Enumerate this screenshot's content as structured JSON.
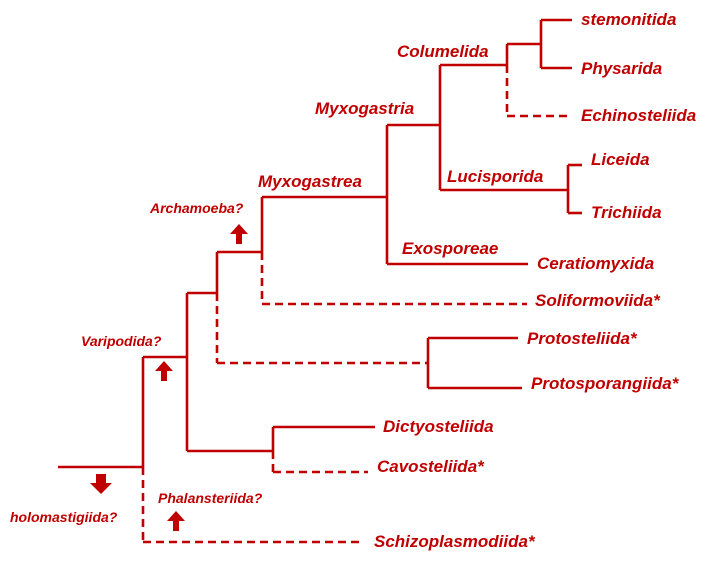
{
  "colors": {
    "line": "#c00000",
    "background": "#ffffff"
  },
  "taxa": {
    "stemonitida": "stemonitida",
    "physarida": "Physarida",
    "echinosteliida": "Echinosteliida",
    "liceida": "Liceida",
    "trichiida": "Trichiida",
    "ceratiomyxida": "Ceratiomyxida",
    "soliformoviida": "Soliformoviida*",
    "protosteliida": "Protosteliida*",
    "protosporangiida": "Protosporangiida*",
    "dictyosteliida": "Dictyosteliida",
    "cavosteliida": "Cavosteliida*",
    "schizoplasmodiida": "Schizoplasmodiida*"
  },
  "clades": {
    "columelida": "Columelida",
    "myxogastria": "Myxogastria",
    "lucisporida": "Lucisporida",
    "myxogastrea": "Myxogastrea",
    "exosporeae": "Exosporeae",
    "archamoeba": "Archamoeba?",
    "varipodida": "Varipodida?",
    "phalansteriida": "Phalansteriida?",
    "holomastigiida": "holomastigiida?"
  },
  "arrows": [
    {
      "name": "archamoeba-arrow",
      "direction": "up"
    },
    {
      "name": "varipodida-arrow",
      "direction": "up"
    },
    {
      "name": "phalansteriida-arrow",
      "direction": "up"
    },
    {
      "name": "holomastigiida-arrow",
      "direction": "down"
    }
  ]
}
